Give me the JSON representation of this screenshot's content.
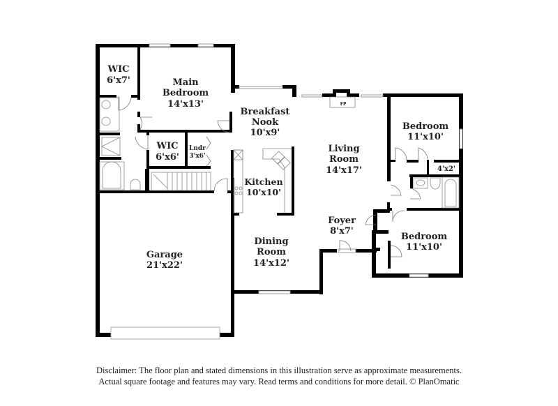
{
  "plan": {
    "rooms": [
      {
        "id": "wic-1",
        "name": "WIC",
        "size": "6'x7'"
      },
      {
        "id": "main-bedroom",
        "name": "Main Bedroom",
        "name_line1": "Main",
        "name_line2": "Bedroom",
        "size": "14'x13'"
      },
      {
        "id": "wic-2",
        "name": "WIC",
        "size": "6'x6'"
      },
      {
        "id": "laundry",
        "name": "Lndr",
        "size": "3'x6'"
      },
      {
        "id": "breakfast-nook",
        "name": "Breakfast Nook",
        "name_line1": "Breakfast",
        "name_line2": "Nook",
        "size": "10'x9'"
      },
      {
        "id": "kitchen",
        "name": "Kitchen",
        "size": "10'x10'"
      },
      {
        "id": "living-room",
        "name": "Living Room",
        "name_line1": "Living",
        "name_line2": "Room",
        "size": "14'x17'"
      },
      {
        "id": "bedroom-1",
        "name": "Bedroom",
        "size": "11'x10'"
      },
      {
        "id": "closet",
        "name": "",
        "size": "4'x2'"
      },
      {
        "id": "foyer",
        "name": "Foyer",
        "size": "8'x7'"
      },
      {
        "id": "bedroom-2",
        "name": "Bedroom",
        "size": "11'x10'"
      },
      {
        "id": "dining-room",
        "name": "Dining Room",
        "name_line1": "Dining",
        "name_line2": "Room",
        "size": "14'x12'"
      },
      {
        "id": "garage",
        "name": "Garage",
        "size": "21'x22'"
      }
    ],
    "fireplace_label": "FP"
  },
  "disclaimer": {
    "line1": "Disclaimer: The floor plan and stated dimensions in this illustration serve as approximate measurements.",
    "line2": "Actual square footage and features may vary. Read terms and conditions for more detail. © PlanOmatic"
  }
}
